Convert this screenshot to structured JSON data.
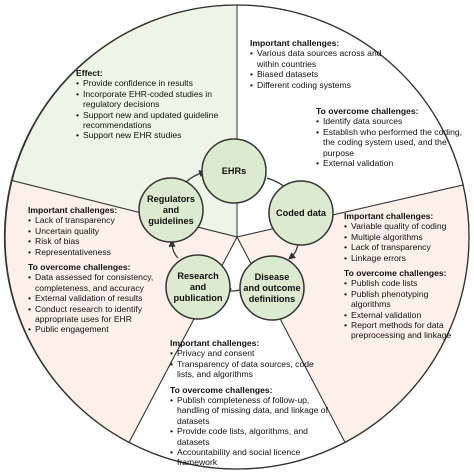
{
  "colors": {
    "background": "#ffffff",
    "wedge_effect": "#eef4e6",
    "wedge_ehr": "#ffffff",
    "wedge_coded": "#fdf0ea",
    "wedge_disease": "#ffffff",
    "wedge_regulators": "#fdf0ea",
    "wedge_research": "#ffffff",
    "node_fill": "#dcebd0",
    "node_stroke": "#333333",
    "outline": "#333333"
  },
  "nodes": {
    "ehrs": "EHRs",
    "coded_data": "Coded data",
    "disease": "Disease\nand outcome\ndefinitions",
    "research": "Research\nand\npublication",
    "regulators": "Regulators\nand\nguidelines"
  },
  "panels": {
    "effect": {
      "heading": "Effect:",
      "items": [
        "Provide confidence in results",
        "Incorporate EHR-coded studies in regulatory decisions",
        "Support new and updated guideline recommendations",
        "Support new EHR studies"
      ]
    },
    "ehrs": {
      "challenges_heading": "Important challenges:",
      "challenges": [
        "Various data sources across and within countries",
        "Biased datasets",
        "Different coding systems"
      ],
      "overcome_heading": "To overcome challenges:",
      "overcome": [
        "Identify data sources",
        "Establish who performed the coding, the coding system used, and the purpose",
        "External validation"
      ]
    },
    "coded": {
      "challenges_heading": "Important challenges:",
      "challenges": [
        "Variable quality of coding",
        "Multiple algorithms",
        "Lack of transparency",
        "Linkage errors"
      ],
      "overcome_heading": "To overcome challenges:",
      "overcome": [
        "Publish code lists",
        "Publish phenotyping algorithms",
        "External validation",
        "Report methods for data preprocessing and linkage"
      ]
    },
    "disease": {
      "challenges_heading": "Important challenges:",
      "challenges": [
        "Privacy and consent",
        "Transparency of data sources, code lists, and algorithms"
      ],
      "overcome_heading": "To overcome challenges:",
      "overcome": [
        "Publish completeness of follow-up, handling of missing data, and linkage of datasets",
        "Provide code lists, algorithms, and datasets",
        "Accountability and social licence framework"
      ]
    },
    "regulators": {
      "challenges_heading": "Important challenges:",
      "challenges": [
        "Lack of transparency",
        "Uncertain quality",
        "Risk of bias",
        "Representativeness"
      ],
      "overcome_heading": "To overcome challenges:",
      "overcome": [
        "Data assessed for consistency, completeness, and accuracy",
        "External validation of results",
        "Conduct research to identify appropriate uses for EHR",
        "Public engagement"
      ]
    }
  }
}
